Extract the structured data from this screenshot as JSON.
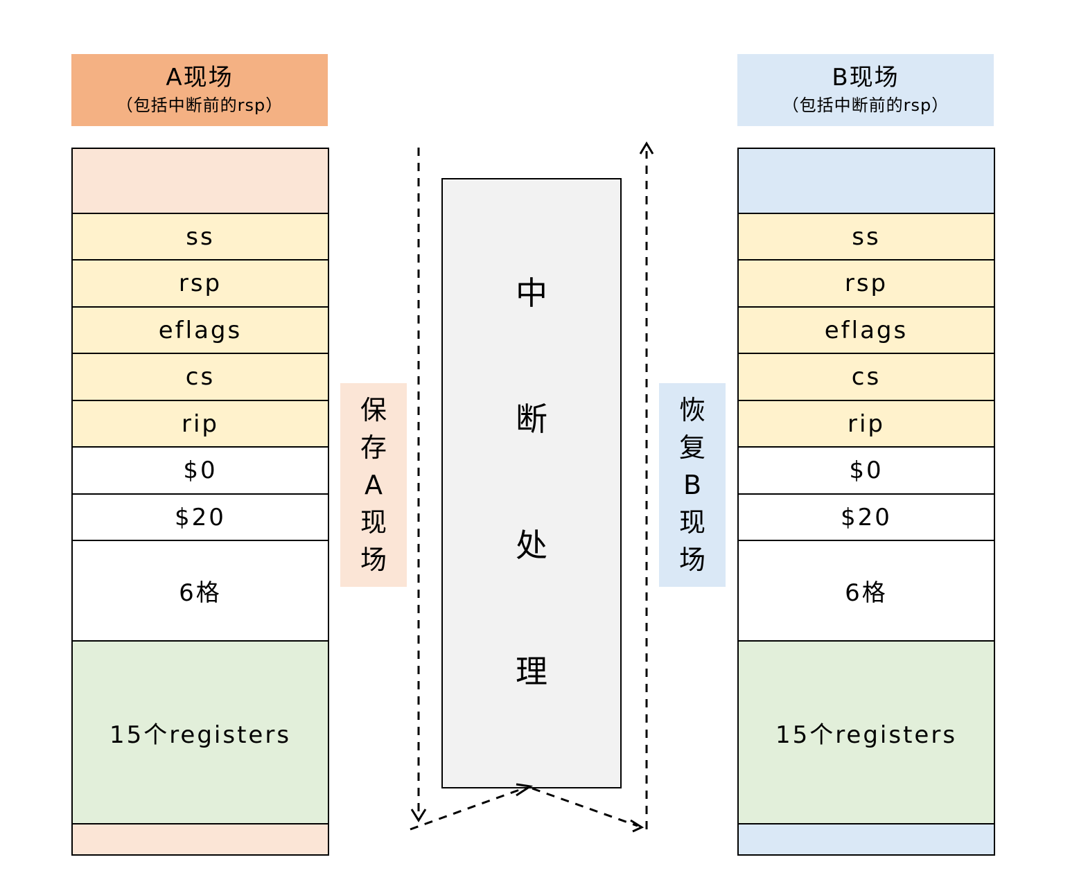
{
  "scene_a": {
    "title": "A现场",
    "subtitle": "（包括中断前的rsp）"
  },
  "scene_b": {
    "title": "B现场",
    "subtitle": "（包括中断前的rsp）"
  },
  "stack_cells": {
    "ss": "ss",
    "rsp": "rsp",
    "eflags": "eflags",
    "cs": "cs",
    "rip": "rip",
    "zero": "$0",
    "twenty": "$20",
    "six": "6格",
    "regs": "15个registers"
  },
  "save_label": [
    "保",
    "存",
    "A",
    "现",
    "场"
  ],
  "restore_label": [
    "恢",
    "复",
    "B",
    "现",
    "场"
  ],
  "handler_label": [
    "中",
    "断",
    "处",
    "理"
  ],
  "colors": {
    "scene_a_header": "#f4b183",
    "scene_a_pad": "#fbe5d6",
    "scene_b_header": "#dae8f6",
    "scene_b_pad": "#dae8f6",
    "hardware_saved": "#fff2cc",
    "registers": "#e2efda",
    "handler_box": "#f2f2f2"
  }
}
